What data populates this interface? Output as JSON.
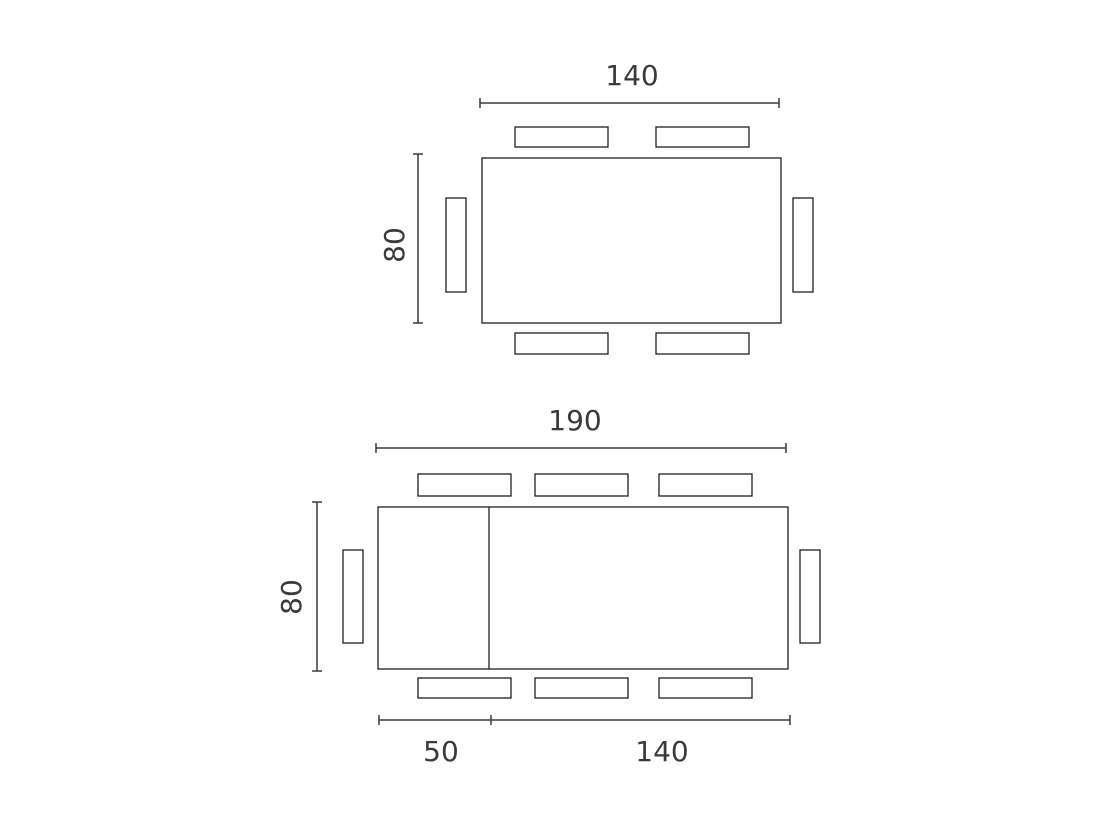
{
  "colors": {
    "background": "#ffffff",
    "outline": "#1f1f1f",
    "dimension": "#3a3a3a"
  },
  "table_standard": {
    "width_label": "140",
    "depth_label": "80"
  },
  "table_extended": {
    "width_label": "190",
    "depth_label": "80",
    "extension_label": "50",
    "base_label": "140"
  }
}
